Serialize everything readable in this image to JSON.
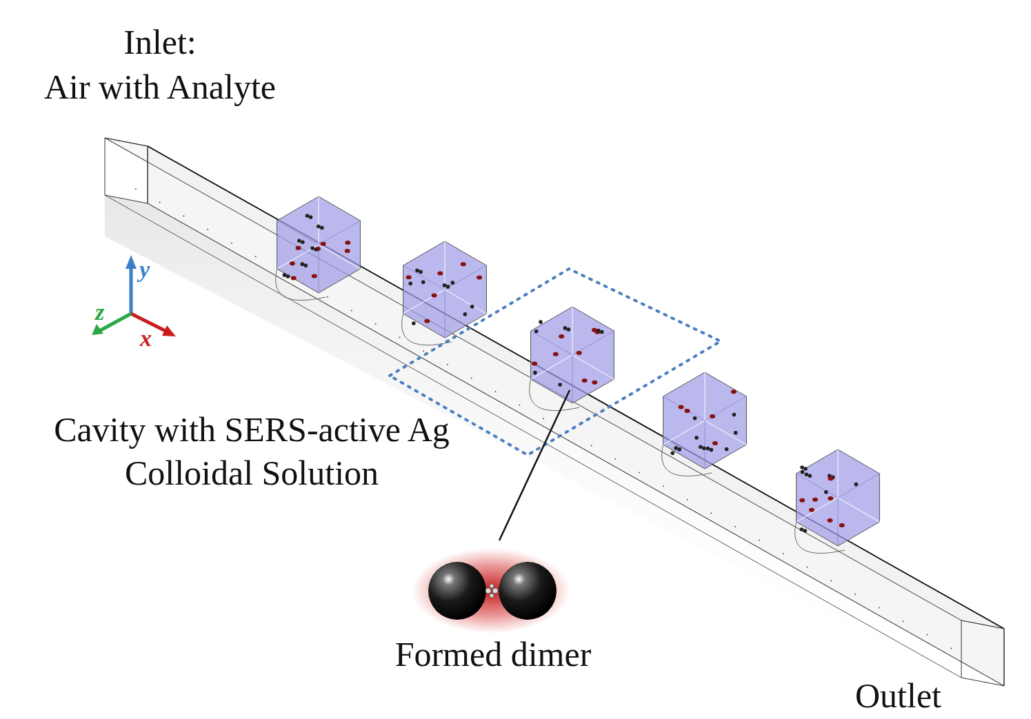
{
  "diagram": {
    "labels": [
      "Inlet:",
      "Air with Analyte",
      "Cavity with SERS-active Ag Colloidal Solution",
      "Formed dimer",
      "Outlet",
      "y",
      "z",
      "x"
    ]
  }
}
